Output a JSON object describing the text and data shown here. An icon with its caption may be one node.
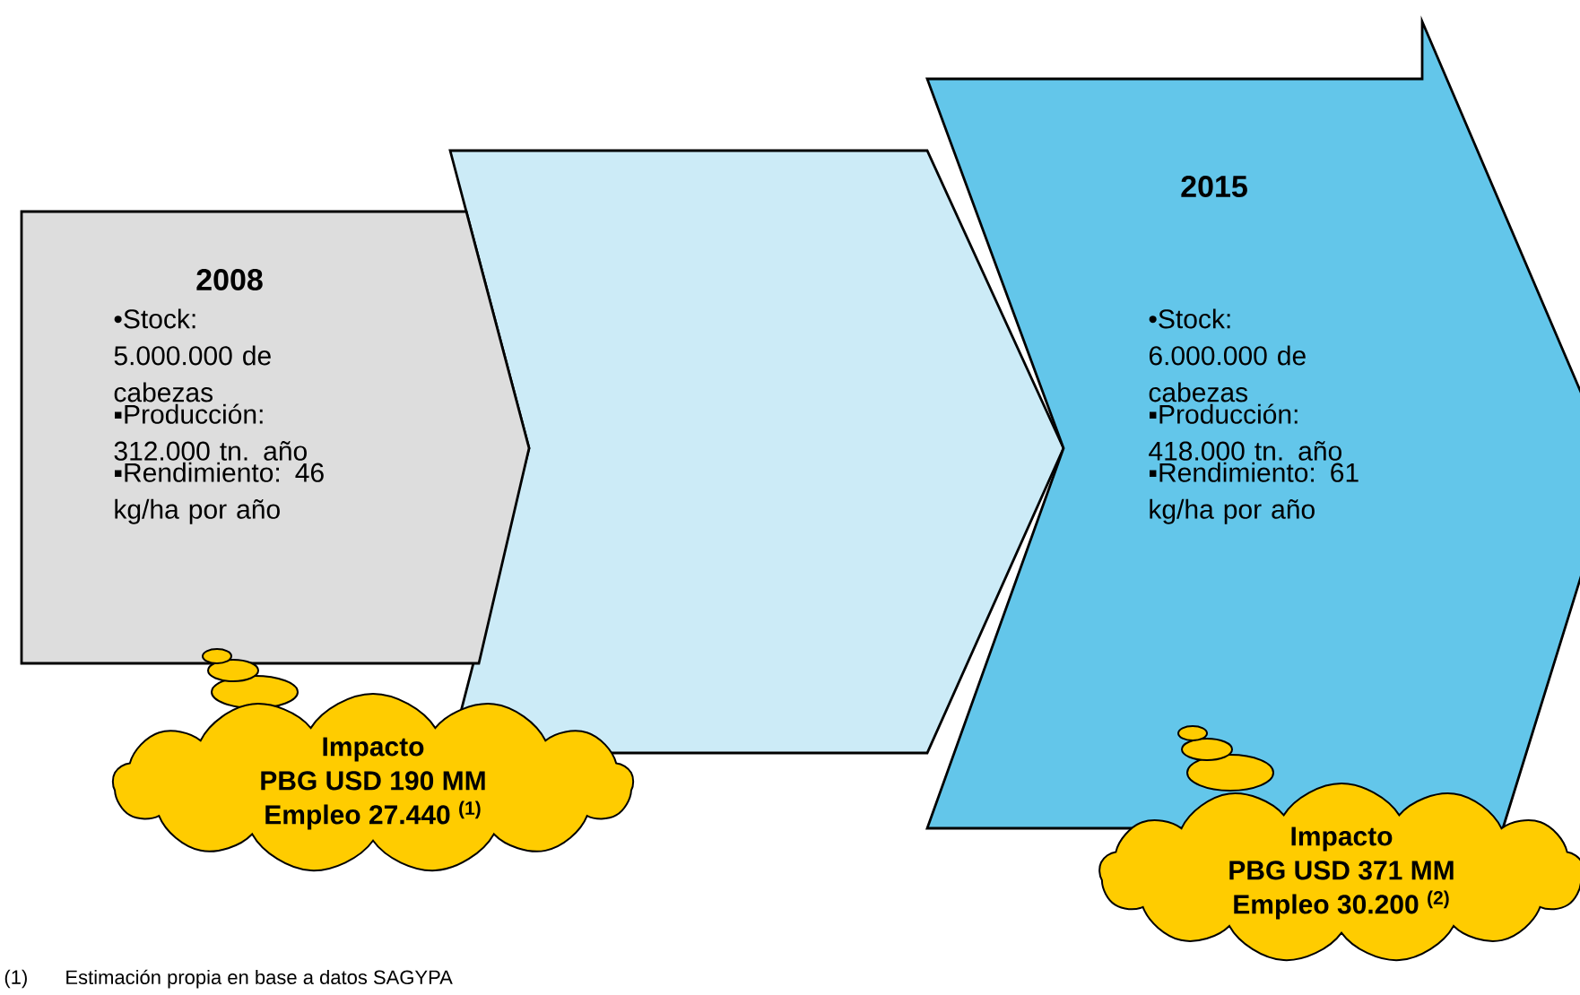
{
  "diagram": {
    "nodes": [
      {
        "text": [
          "2008",
          "•Stock: 5.000.000 de cabezas",
          "▪Producción: 312.000 tn. año",
          "▪Rendimiento: 46 kg/ha por año"
        ]
      },
      {
        "text": [],
        "shape": "chevron"
      },
      {
        "text": [
          "2015",
          "•Stock: 6.000.000 de cabezas",
          "▪Producción: 418.000 tn. año",
          "▪Rendimiento: 61 kg/ha por año"
        ]
      },
      {
        "text": [
          "Impacto",
          "PBG USD 190 MM",
          "Empleo 27.440 $^{(1)}$"
        ]
      },
      {
        "text": [
          "Impacto",
          "PBG USD 371 MM",
          "Empleo 30.200 $^{(2)}$"
        ]
      }
    ],
    "labels": [
      "(1)",
      "Estimación propia en base a datos SAGYPA"
    ]
  }
}
